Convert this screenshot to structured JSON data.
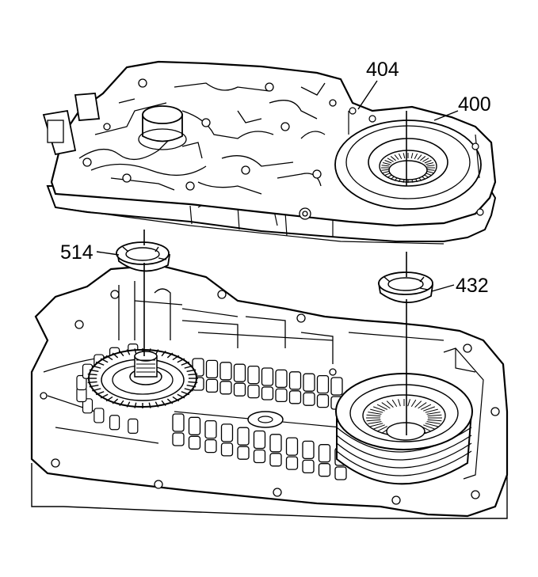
{
  "figure": {
    "callouts": [
      {
        "id": "404",
        "label": "404"
      },
      {
        "id": "400",
        "label": "400"
      },
      {
        "id": "514",
        "label": "514"
      },
      {
        "id": "432",
        "label": "432"
      }
    ]
  },
  "colors": {
    "ink": "#000000",
    "paper": "#ffffff"
  }
}
